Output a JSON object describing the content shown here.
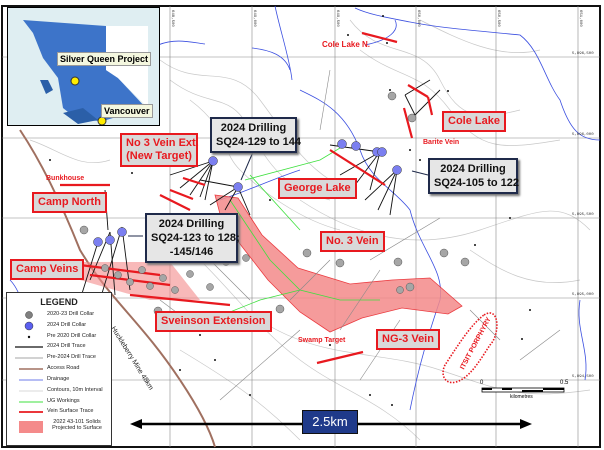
{
  "inset": {
    "project_label": "Silver Queen Project",
    "city_label": "Vancouver"
  },
  "labels": {
    "no3_ext_line1": "No 3 Vein Ext.",
    "no3_ext_line2": "(New Target)",
    "george_lake": "George Lake",
    "no3_vein": "No. 3 Vein",
    "cole_lake": "Cole Lake",
    "camp_north": "Camp North",
    "camp_veins": "Camp Veins",
    "sveinson": "Sveinson Extension",
    "ng3": "NG-3 Vein"
  },
  "drilling": [
    {
      "line1": "2024 Drilling",
      "line2": "SQ24-129 to 144"
    },
    {
      "line1": "2024 Drilling",
      "line2": "SQ24-123 to 128;",
      "line3": "-145/146"
    },
    {
      "line1": "2024 Drilling",
      "line2": "SQ24-105 to 122"
    }
  ],
  "red_text": {
    "cole_lake_n": "Cole Lake N.",
    "barite_vein": "Barite Vein",
    "bunkhouse": "Bunkhouse",
    "swamp_target": "Swamp Target",
    "itsit": "ITSIT PORPHYRY"
  },
  "road_label": "Huckleberry Mine 48km",
  "distance_label": "2.5km",
  "scale": {
    "zero": "0",
    "half": "0.5",
    "unit": "kilometres"
  },
  "grid": {
    "eastings": [
      "648,500",
      "649,000",
      "649,500",
      "650,000",
      "650,500",
      "651,000"
    ],
    "northings": [
      "5,996,500",
      "5,996,000",
      "5,995,500",
      "5,995,000",
      "5,994,500"
    ]
  },
  "legend": {
    "title": "LEGEND",
    "items": [
      "2020-23 Drill Collar",
      "2024 Drill Collar",
      "Pre 2020 Drill Collar",
      "2024 Drill Trace",
      "Pre-2024 Drill Trace",
      "Access Road",
      "Drainage",
      "Contours, 10m Interval",
      "UG Workings",
      "Vein Surface Trace",
      "2022 43-101 Solids Projected to Surface"
    ]
  },
  "colors": {
    "vein": "#e8191f",
    "solids": "#f48a8a",
    "collar2024": "#7b7ff0",
    "collar2023": "#a6a6a6",
    "drainage": "#3b4fe0",
    "ug": "#3fe03f",
    "road": "#a07060",
    "navy": "#1f3a8a"
  }
}
